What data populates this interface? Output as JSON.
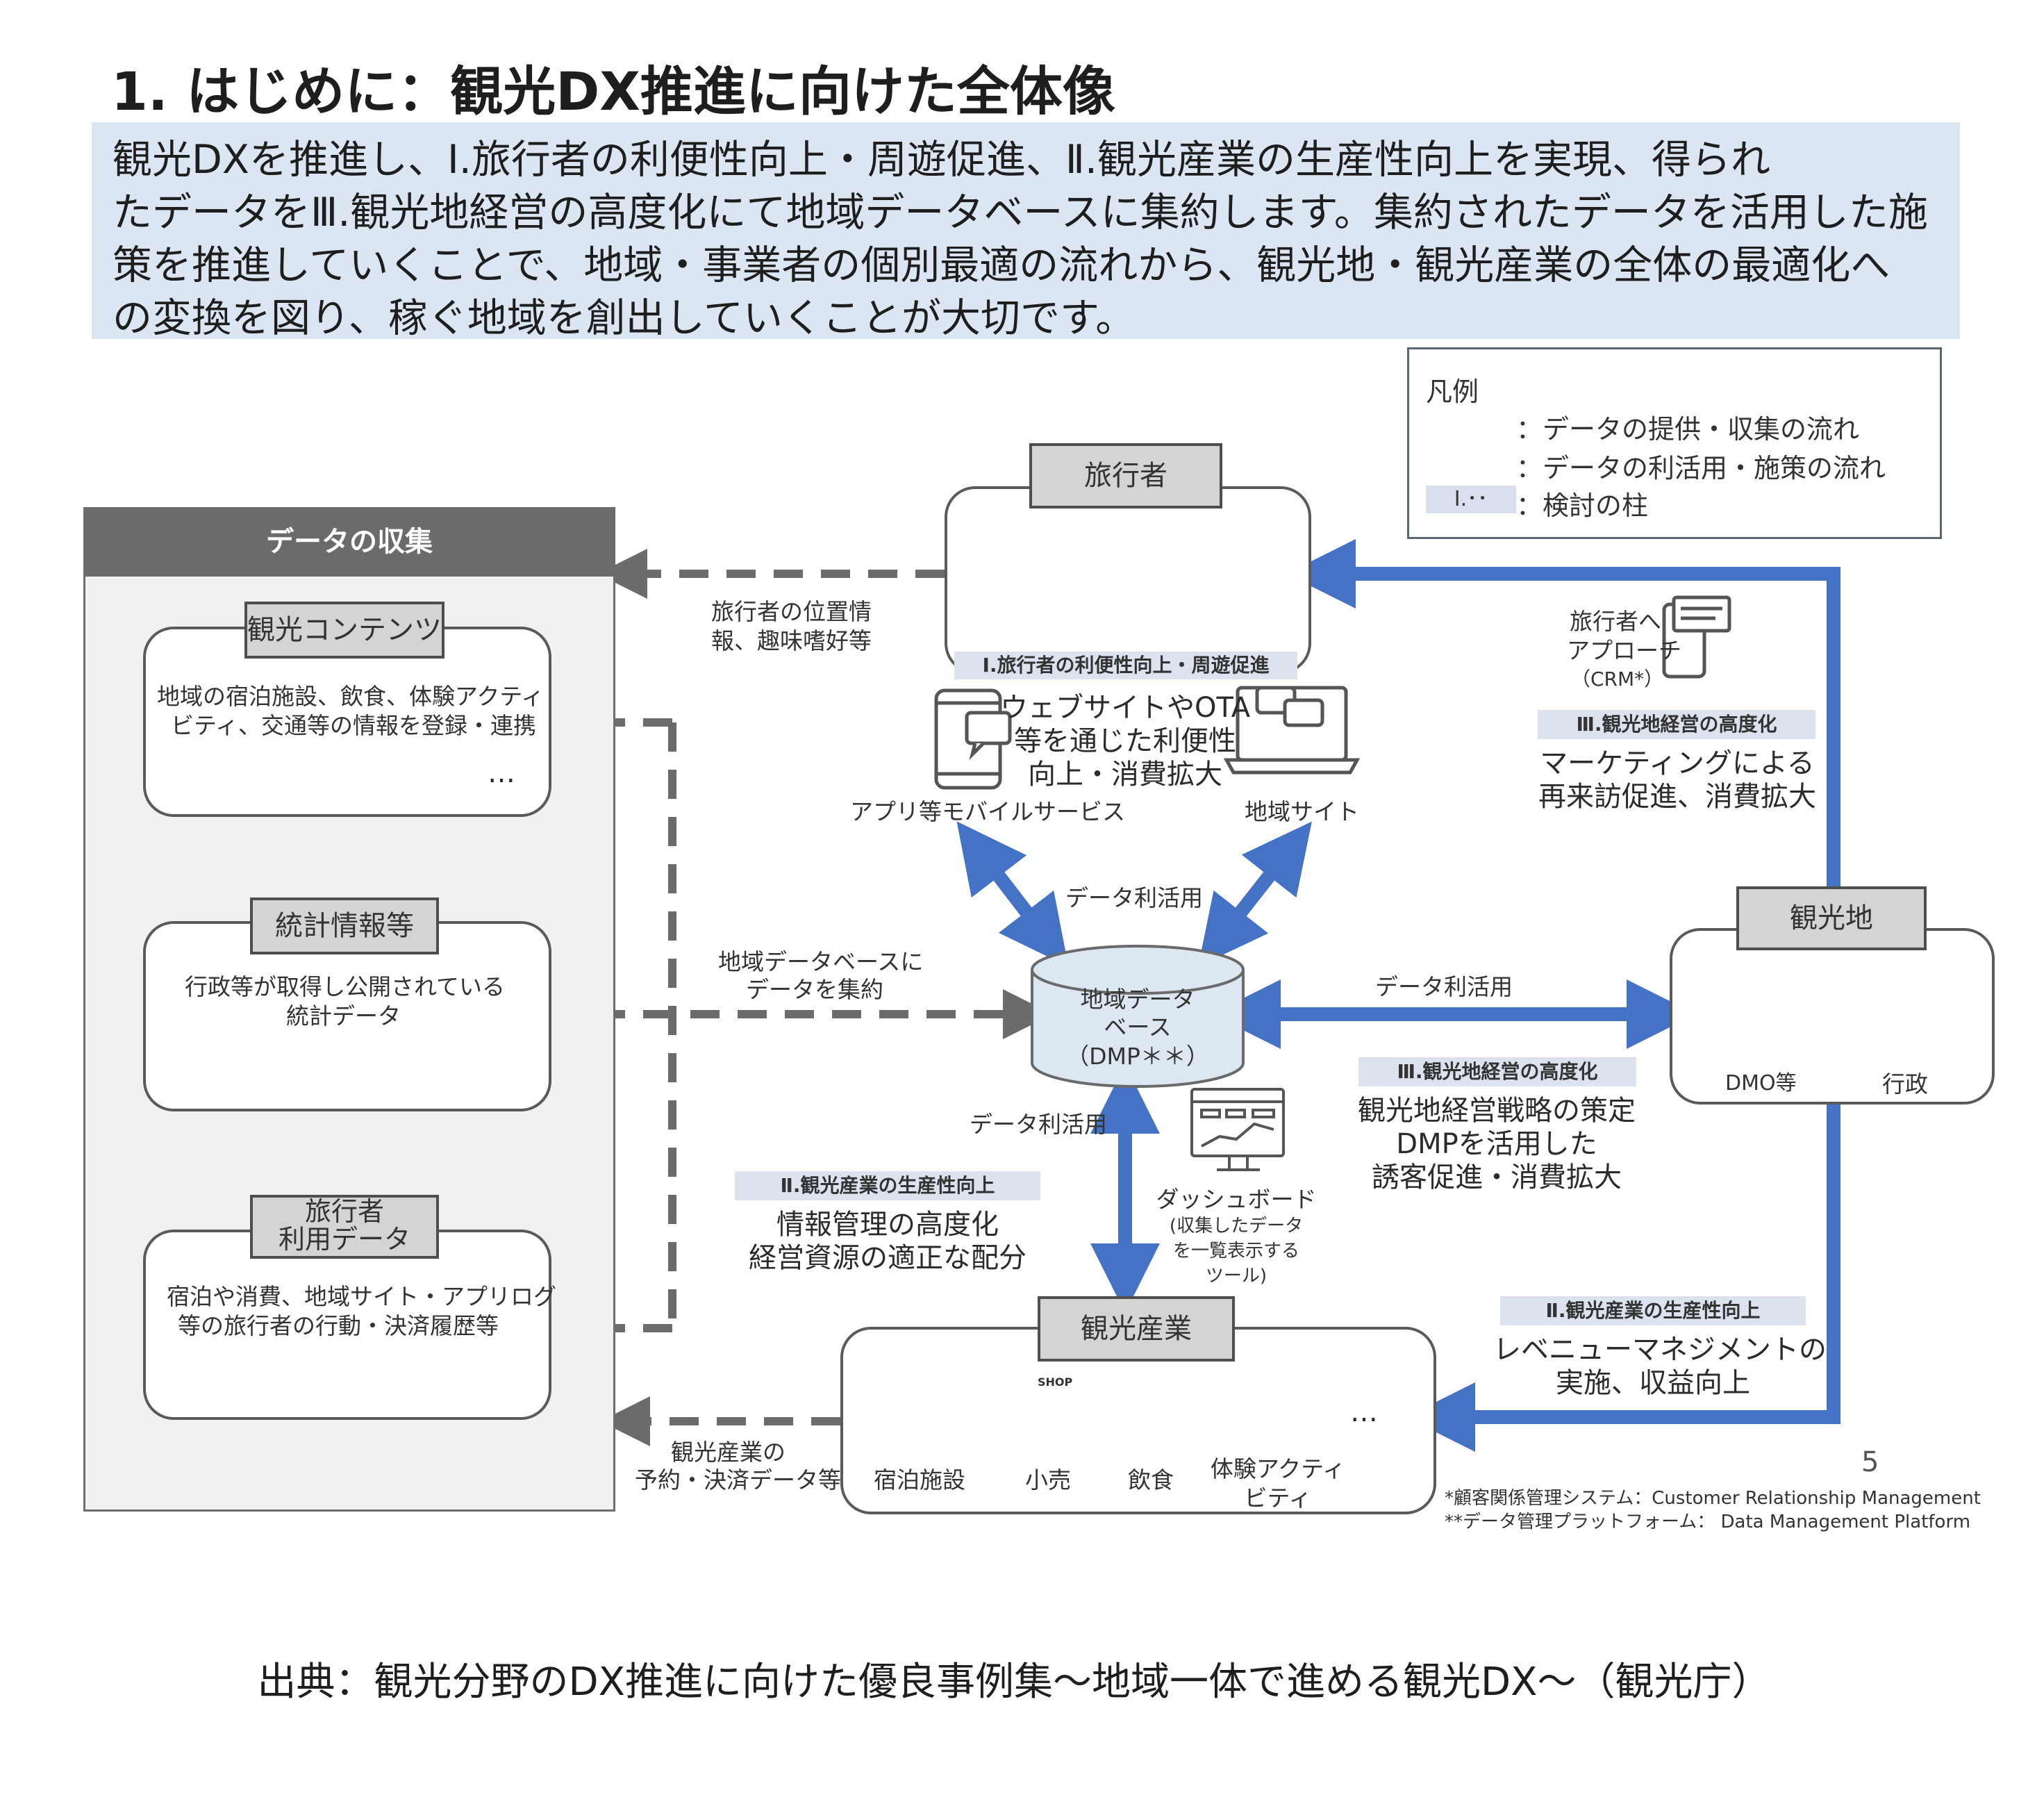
{
  "title": "1. はじめに：観光DX推進に向けた全体像",
  "intro_lines": [
    "観光DXを推進し、Ⅰ.旅行者の利便性向上・周遊促進、Ⅱ.観光産業の生産性向上を実現、得られ",
    "たデータをⅢ.観光地経営の高度化にて地域データベースに集約します。集約されたデータを活用した施",
    "策を推進していくことで、地域・事業者の個別最適の流れから、観光地・観光産業の全体の最適化へ",
    "の変換を図り、稼ぐ地域を創出していくことが大切です。"
  ],
  "legend": {
    "title": "凡例",
    "gray_arrow": "：データの提供・収集の流れ",
    "blue_arrow": "：データの利活用・施策の流れ",
    "pillar_badge": "Ⅰ.･･",
    "pillar": "：検討の柱",
    "colors": {
      "gray": "#6b6b6b",
      "blue": "#4472c4"
    }
  },
  "data_collection": {
    "header": "データの収集",
    "content": {
      "label": "観光コンテンツ",
      "lines": [
        "地域の宿泊施設、飲食、体験アクティ",
        "ビティ、交通等の情報を登録・連携"
      ],
      "ellipsis": "…"
    },
    "stats": {
      "label": "統計情報等",
      "lines": [
        "行政等が取得し公開されている",
        "統計データ"
      ]
    },
    "traveler_data": {
      "label_lines": [
        "旅行者",
        "利用データ"
      ],
      "lines": [
        "宿泊や消費、地域サイト・アプリログ",
        "等の旅行者の行動・決済履歴等"
      ]
    }
  },
  "traveler": {
    "label": "旅行者",
    "pillar": "Ⅰ.旅行者の利便性向上・周遊促進",
    "web_text": [
      "ウェブサイトやOTA",
      "等を通じた利便性",
      "向上・消費拡大"
    ],
    "app_label": "アプリ等モバイルサービス",
    "site_label": "地域サイト"
  },
  "flows": {
    "location": [
      "旅行者の位置情",
      "報、趣味嗜好等"
    ],
    "aggregate": [
      "地域データベースに",
      "データを集約"
    ],
    "use_top": "データ利活用",
    "use_right": "データ利活用",
    "use_bottom": "データ利活用",
    "booking": [
      "観光産業の",
      "予約・決済データ等"
    ]
  },
  "database": {
    "lines": [
      "地域データ",
      "ベース",
      "（DMP＊＊）"
    ]
  },
  "crm": {
    "lines": [
      "旅行者へ",
      "アプローチ",
      "（CRM*）"
    ]
  },
  "pillar3_top": {
    "pill": "Ⅲ.観光地経営の高度化",
    "lines": [
      "マーケティングによる",
      "再来訪促進、消費拡大"
    ]
  },
  "pillar3_mid": {
    "pill": "Ⅲ.観光地経営の高度化",
    "lines": [
      "観光地経営戦略の策定",
      "DMPを活用した",
      "誘客促進・消費拡大"
    ]
  },
  "pillar2_left": {
    "pill": "Ⅱ.観光産業の生産性向上",
    "lines": [
      "情報管理の高度化",
      "経営資源の適正な配分"
    ]
  },
  "pillar2_right": {
    "pill": "Ⅱ.観光産業の生産性向上",
    "lines": [
      "レベニューマネジメントの",
      "実施、収益向上"
    ]
  },
  "dashboard": {
    "lines": [
      "ダッシュボード",
      "(収集したデータ",
      "を一覧表示する",
      "ツール)"
    ]
  },
  "destination": {
    "label": "観光地",
    "dmo": "DMO等",
    "gov": "行政"
  },
  "industry": {
    "label": "観光産業",
    "lodging": "宿泊施設",
    "retail": "小売",
    "retail_sign": "SHOP",
    "food": "飲食",
    "activity": [
      "体験アクティ",
      "ビティ"
    ],
    "ellipsis": "…"
  },
  "page_number": "5",
  "footnotes": [
    "*顧客関係管理システム：Customer Relationship Management",
    "**データ管理プラットフォーム： Data Management Platform"
  ],
  "source": "出典：観光分野のDX推進に向けた優良事例集～地域一体で進める観光DX～（観光庁）"
}
